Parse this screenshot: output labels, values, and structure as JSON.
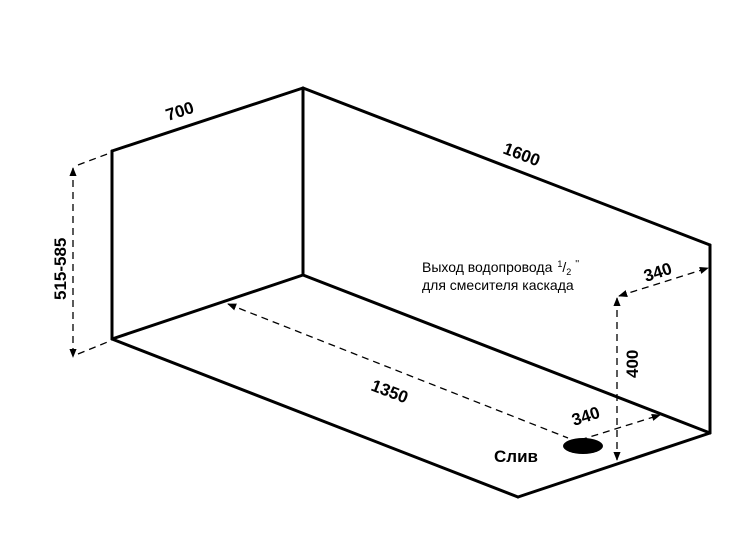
{
  "dimensions": {
    "width": "700",
    "length": "1600",
    "height": "515-585",
    "drain_distance": "1350",
    "drain_offset": "340",
    "outlet_offset": "340",
    "outlet_height": "400"
  },
  "labels": {
    "drain": "Слив",
    "outlet_line1": "Выход водопровода",
    "outlet_fraction_num": "1",
    "outlet_fraction_den": "2",
    "outlet_inch": "''",
    "outlet_line2": "для смесителя каскада"
  }
}
